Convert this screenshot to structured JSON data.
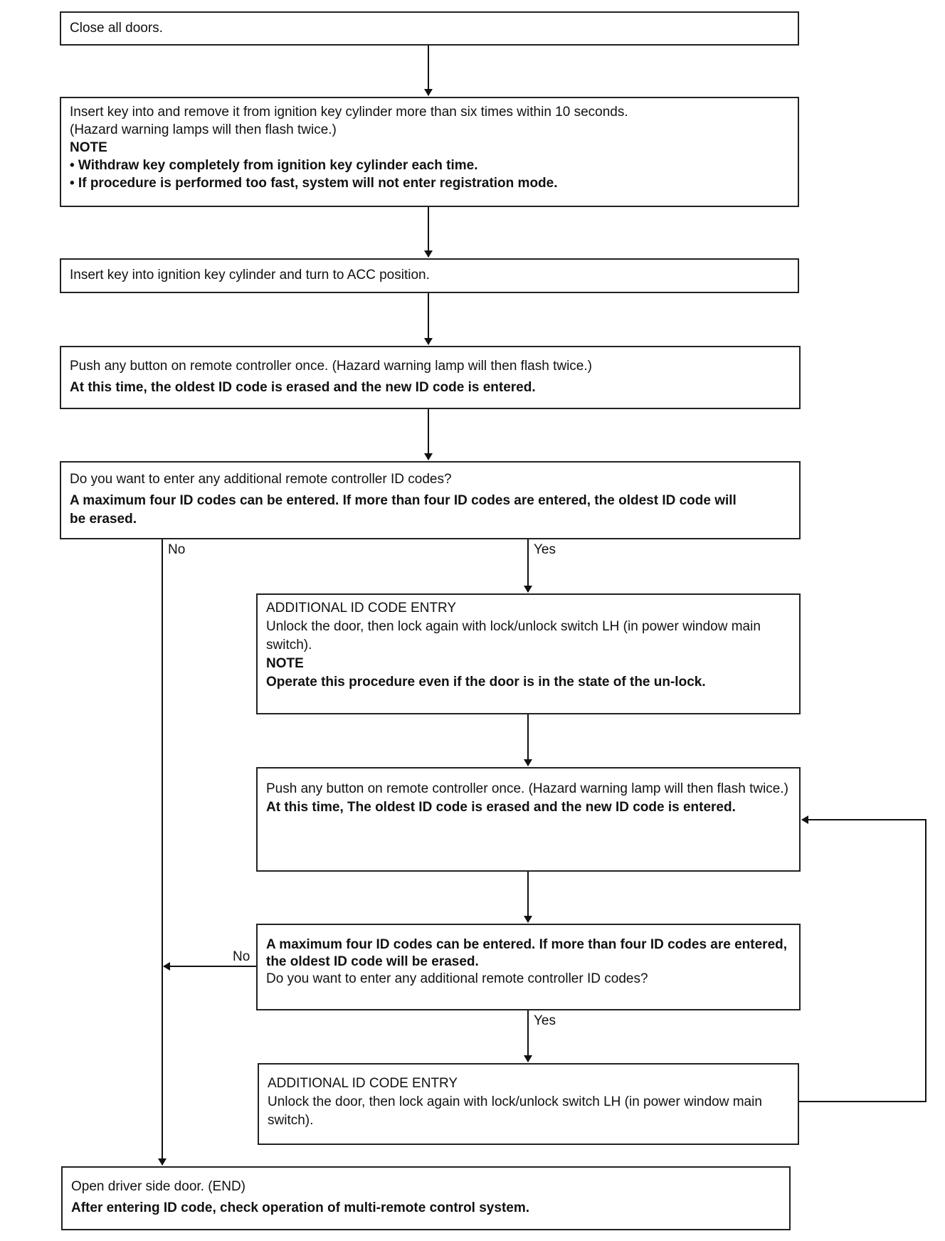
{
  "steps": {
    "s1": {
      "text": "Close all doors."
    },
    "s2": {
      "line1": "Insert key into and remove it from ignition key cylinder more than six times within 10 seconds.",
      "line2": "(Hazard warning lamps will then flash twice.)",
      "note_head": "NOTE",
      "bullet1": "• Withdraw key completely from ignition key cylinder each time.",
      "bullet2": "• If procedure is performed too fast, system will not enter registration mode."
    },
    "s3": {
      "text": "Insert key into ignition key cylinder and turn to ACC position."
    },
    "s4": {
      "line1": "Push any button on remote controller once. (Hazard warning lamp will then flash twice.)",
      "bold": "At this time, the oldest ID code is erased and the new ID code is entered."
    },
    "s5": {
      "line1": "Do you want to enter any additional remote controller ID codes?",
      "bold": "A maximum four ID codes can be entered. If more than four ID codes are entered, the oldest ID code will be erased."
    },
    "s6": {
      "title": "ADDITIONAL ID CODE ENTRY",
      "line1": "Unlock the door, then lock again with lock/unlock switch LH (in power window main switch).",
      "note_head": "NOTE",
      "bold": "Operate this procedure even if the door is in the state of the un-lock."
    },
    "s7": {
      "line1": "Push any button on remote controller once. (Hazard warning lamp will then flash twice.)",
      "bold": "At this time, The oldest ID code is erased and the new ID code is entered."
    },
    "s8": {
      "bold": "A maximum four ID codes can be entered. If more than four ID codes are entered, the oldest ID code will be erased.",
      "line1": "Do you want to enter any additional remote controller ID codes?"
    },
    "s9": {
      "title": "ADDITIONAL ID CODE ENTRY",
      "line1": "Unlock the door, then lock again with lock/unlock switch LH (in power window main switch)."
    },
    "s10": {
      "line1": "Open driver side door. (END)",
      "bold": "After entering ID code, check operation of multi-remote control system."
    }
  },
  "labels": {
    "no1": "No",
    "yes1": "Yes",
    "no2": "No",
    "yes2": "Yes"
  }
}
